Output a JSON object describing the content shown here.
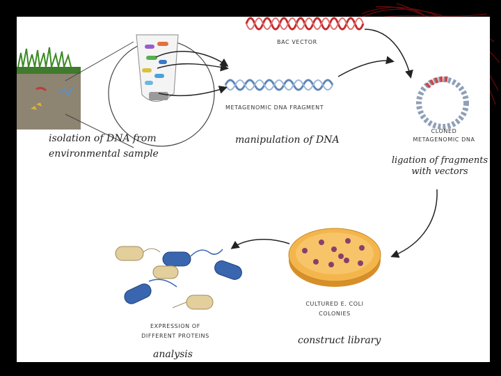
{
  "labels": {
    "bac_vector": "BAC VECTOR",
    "metagenomic_fragment": "METAGENOMIC DNA FRAGMENT",
    "cloned_line1": "CLONED",
    "cloned_line2": "METAGENOMIC DNA",
    "cultured_line1": "CULTURED E. COLI",
    "cultured_line2": "COLONIES",
    "expression_line1": "EXPRESSION OF",
    "expression_line2": "DIFFERENT PROTEINS"
  },
  "captions": {
    "isolation_line1": "isolation of DNA from",
    "isolation_line2": "environmental sample",
    "manipulation": "manipulation of DNA",
    "ligation_line1": "ligation of fragments",
    "ligation_line2": "with vectors",
    "construct": "construct library",
    "analysis": "analysis"
  },
  "colors": {
    "background": "#000000",
    "panel": "#ffffff",
    "bac_dna": "#c62b2b",
    "fragment_dna": "#5f86b8",
    "dish": "#f4b64c",
    "colony": "#8a3f6a",
    "bacteria_blue": "#3a66b0",
    "bacteria_tan": "#e3cf9c"
  }
}
